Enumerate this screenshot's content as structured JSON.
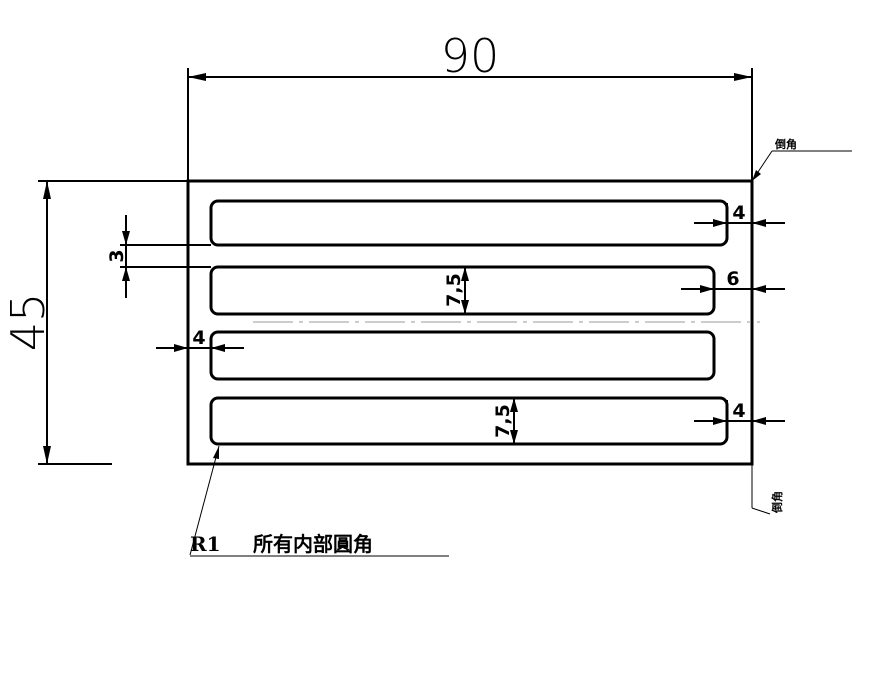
{
  "dimensions": {
    "overall_width": "90",
    "overall_height": "45",
    "slot_gap": "3",
    "slot_width_2": "7,5",
    "slot_width_4": "7,5",
    "margin_right_1": "4",
    "margin_right_2": "6",
    "margin_left_3": "4",
    "margin_right_4": "4"
  },
  "notes": {
    "corner_note_prefix": "R1",
    "corner_note_text": "所有内部圓角",
    "top_right_leader": "倒角",
    "bottom_right_leader": "倒角"
  }
}
